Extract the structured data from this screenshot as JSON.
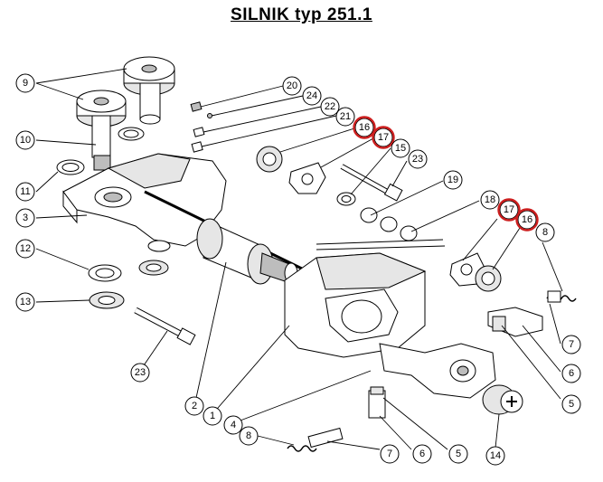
{
  "title": "SILNIK  typ 251.1",
  "highlight_color": "#cc1f1f",
  "callouts": [
    {
      "id": "c9",
      "label": "9"
    },
    {
      "id": "c10",
      "label": "10"
    },
    {
      "id": "c11",
      "label": "11"
    },
    {
      "id": "c3",
      "label": "3"
    },
    {
      "id": "c12",
      "label": "12"
    },
    {
      "id": "c13",
      "label": "13"
    },
    {
      "id": "c23a",
      "label": "23"
    },
    {
      "id": "c2",
      "label": "2"
    },
    {
      "id": "c1",
      "label": "1"
    },
    {
      "id": "c4",
      "label": "4"
    },
    {
      "id": "c8a",
      "label": "8"
    },
    {
      "id": "c20",
      "label": "20"
    },
    {
      "id": "c24",
      "label": "24"
    },
    {
      "id": "c22",
      "label": "22"
    },
    {
      "id": "c21",
      "label": "21"
    },
    {
      "id": "c16a",
      "label": "16"
    },
    {
      "id": "c17a",
      "label": "17"
    },
    {
      "id": "c15",
      "label": "15"
    },
    {
      "id": "c23b",
      "label": "23"
    },
    {
      "id": "c19",
      "label": "19"
    },
    {
      "id": "c18",
      "label": "18"
    },
    {
      "id": "c17b",
      "label": "17"
    },
    {
      "id": "c16b",
      "label": "16"
    },
    {
      "id": "c8b",
      "label": "8"
    },
    {
      "id": "c7a",
      "label": "7"
    },
    {
      "id": "c6a",
      "label": "6"
    },
    {
      "id": "c5a",
      "label": "5"
    },
    {
      "id": "c7b",
      "label": "7"
    },
    {
      "id": "c6b",
      "label": "6"
    },
    {
      "id": "c5b",
      "label": "5"
    },
    {
      "id": "c14",
      "label": "14"
    }
  ]
}
